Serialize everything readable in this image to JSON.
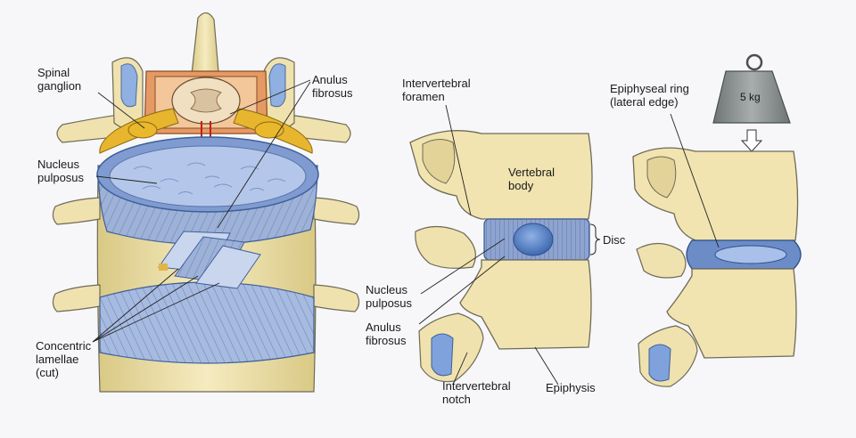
{
  "labels": {
    "spinal_ganglion": [
      "Spinal",
      "ganglion"
    ],
    "anulus_fibrosus_top": [
      "Anulus",
      "fibrosus"
    ],
    "nucleus_pulposus_left": [
      "Nucleus",
      "pulposus"
    ],
    "concentric_lamellae": [
      "Concentric",
      "lamellae",
      "(cut)"
    ],
    "intervertebral_foramen": [
      "Intervertebral",
      "foramen"
    ],
    "vertebral_body": [
      "Vertebral",
      "body"
    ],
    "disc": "Disc",
    "nucleus_pulposus_mid": [
      "Nucleus",
      "pulposus"
    ],
    "anulus_fibrosus_mid": [
      "Anulus",
      "fibrosus"
    ],
    "intervertebral_notch": [
      "Intervertebral",
      "notch"
    ],
    "epiphysis": "Epiphysis",
    "epiphyseal_ring": [
      "Epiphyseal ring",
      "(lateral edge)"
    ],
    "weight": "5 kg"
  },
  "colors": {
    "bone": "#f1e4b0",
    "bone_shade": "#d8c77f",
    "bone_outline": "#6e6a58",
    "disc_blue": "#8fa6cf",
    "disc_dark": "#3f5f9a",
    "nucleus": "#5d86c8",
    "nerve": "#e3b12a",
    "cord": "#e08a55",
    "weight": "#8c9090"
  }
}
